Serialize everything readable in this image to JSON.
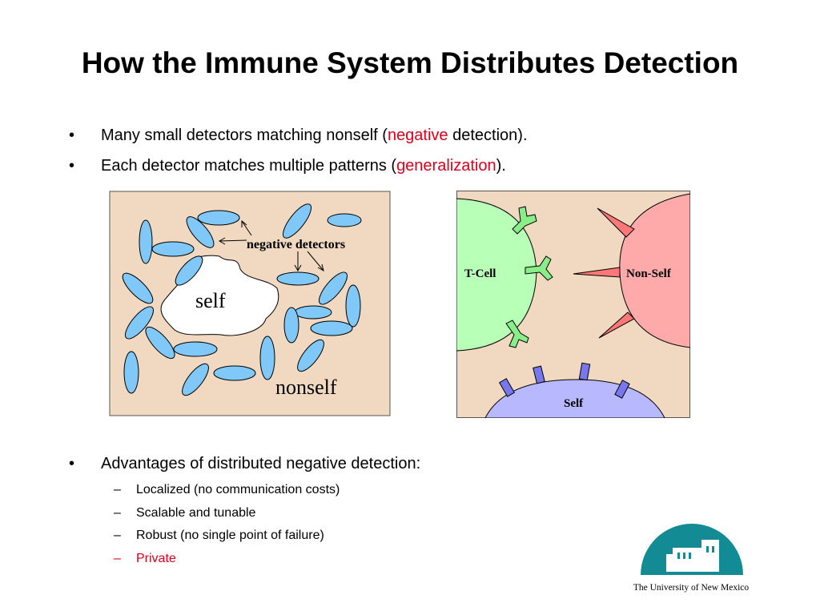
{
  "title": "How the Immune System Distributes Detection",
  "bullets": [
    {
      "pre": "Many small detectors matching nonself (",
      "highlight": "negative",
      "post": " detection)."
    },
    {
      "pre": "Each detector matches multiple patterns (",
      "highlight": "generalization",
      "post": ")."
    }
  ],
  "bullet_glyph": "•",
  "sub_glyph": "–",
  "diagram_left": {
    "label_detectors": "negative detectors",
    "label_self": "self",
    "label_nonself": "nonself"
  },
  "diagram_right": {
    "label_tcell": "T-Cell",
    "label_nonself": "Non-Self",
    "label_self": "Self"
  },
  "advantages": {
    "heading": "Advantages of distributed negative detection:",
    "items": [
      "Localized (no communication costs)",
      "Scalable and tunable",
      "Robust (no single point of failure)",
      "Private"
    ]
  },
  "logo": {
    "caption": "The University of New Mexico"
  },
  "colors": {
    "highlight": "#e0001b",
    "diagram_bg": "#f0d9c0",
    "detector": "#7fc8f8",
    "tcell": "#b8ffb8",
    "nonself": "#ffaaaa",
    "self": "#b8b8ff",
    "logo_teal": "#138b94"
  }
}
